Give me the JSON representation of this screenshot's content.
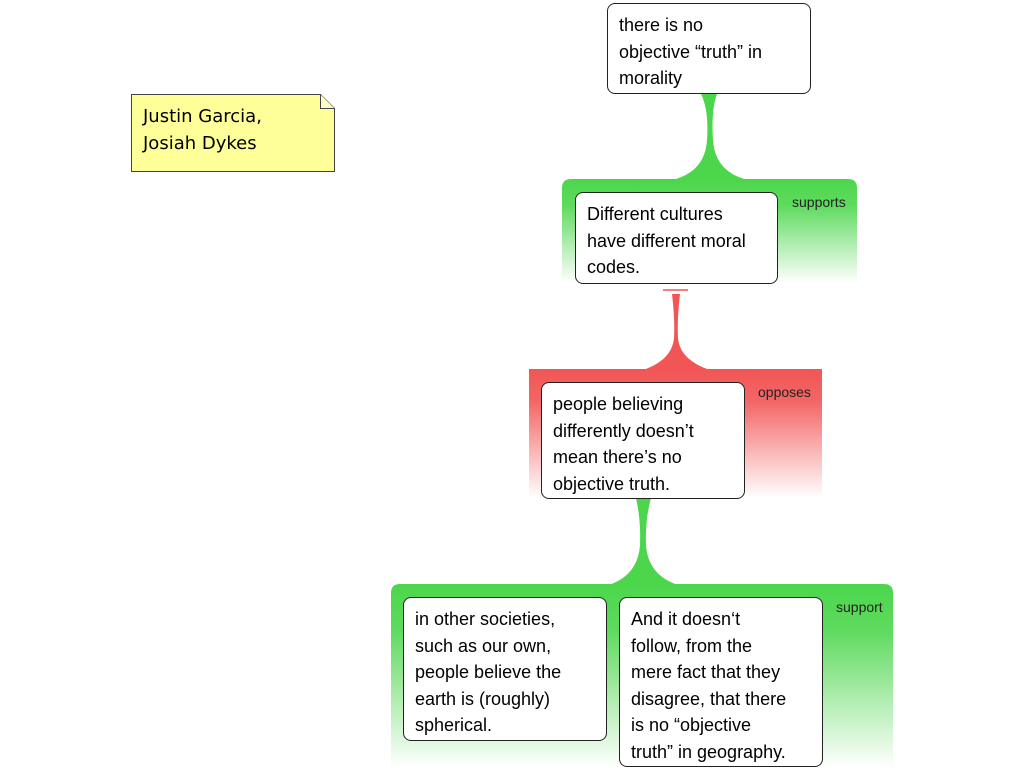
{
  "note": {
    "text": "Justin Garcia,\nJosiah Dykes"
  },
  "nodes": {
    "claim": "there is no\nobjective “truth” in\nmorality",
    "reason": "Different cultures\nhave different moral\ncodes.",
    "objection": "people believing\ndifferently doesn’t\nmean there’s no\nobjective truth.",
    "example": "in other societies,\nsuch as our own,\npeople believe the\nearth is (roughly)\nspherical.",
    "conclusion": "And it doesn‘t\nfollow, from the\nmere fact that they\ndisagree, that there\nis no “objective\ntruth” in geography."
  },
  "groups": {
    "supports_label": "supports",
    "opposes_label": "opposes",
    "support_label": "support"
  },
  "colors": {
    "support_green": "#4cd64c",
    "oppose_red": "#f25555",
    "note_yellow": "#ffff99",
    "node_border": "#222222"
  }
}
